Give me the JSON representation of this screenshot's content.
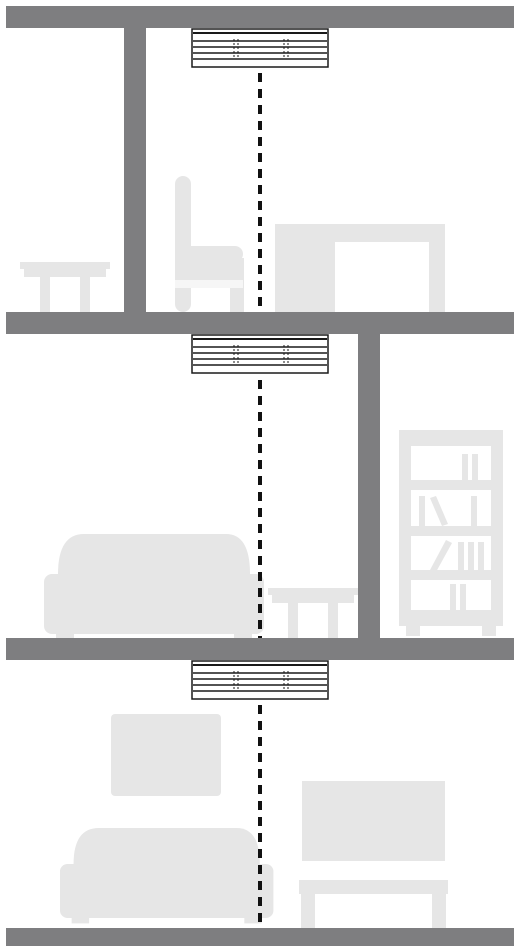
{
  "colors": {
    "structure": "#7e7e80",
    "furniture": "#e6e6e6",
    "detector_outline": "#1a1a1a",
    "detector_fill": "#ffffff",
    "link_line": "#111111",
    "background": "#ffffff"
  },
  "floors": [
    {
      "name": "top-floor",
      "detector": "smoke-detector-icon",
      "furniture": [
        "side-table-icon",
        "chair-icon",
        "desk-icon"
      ]
    },
    {
      "name": "middle-floor",
      "detector": "smoke-detector-icon",
      "furniture": [
        "sofa-icon",
        "side-table-icon",
        "bookshelf-icon"
      ]
    },
    {
      "name": "ground-floor",
      "detector": "smoke-detector-icon",
      "furniture": [
        "picture-frame-icon",
        "sofa-icon",
        "tv-icon",
        "tv-stand-icon"
      ]
    }
  ],
  "connection": {
    "style": "dashed",
    "description_icon": "wireless-link-icon"
  }
}
